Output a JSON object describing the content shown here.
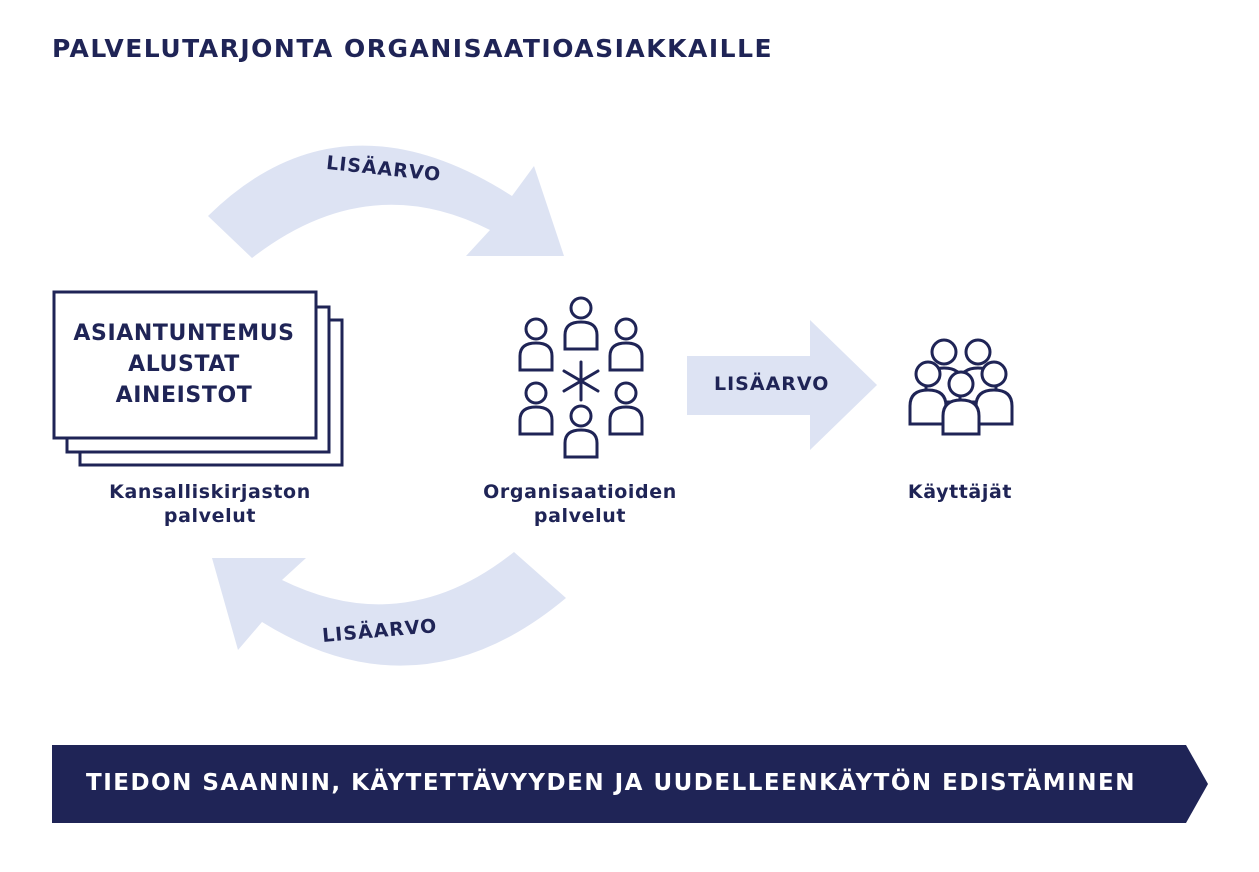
{
  "title": "PALVELUTARJONTA ORGANISAATIOASIAKKAILLE",
  "arrows": {
    "top": "LISÄARVO",
    "middle": "LISÄARVO",
    "bottom": "LISÄARVO"
  },
  "box": {
    "lines": [
      "ASIANTUNTEMUS",
      "ALUSTAT",
      "AINEISTOT"
    ]
  },
  "captions": {
    "left": [
      "Kansalliskirjaston",
      "palvelut"
    ],
    "middle": [
      "Organisaatioiden",
      "palvelut"
    ],
    "right": "Käyttäjät"
  },
  "banner": "TIEDON SAANNIN, KÄYTETTÄVYYDEN JA UUDELLEENKÄYTÖN EDISTÄMINEN",
  "colors": {
    "navy": "#1f2456",
    "arrow_fill": "#dde3f3",
    "white": "#ffffff"
  },
  "icons": [
    "people-network-icon",
    "users-group-icon"
  ]
}
